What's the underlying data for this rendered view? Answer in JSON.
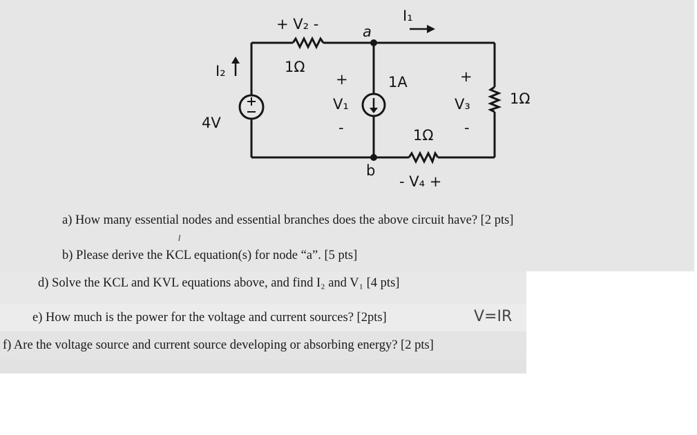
{
  "circuit": {
    "labels": {
      "v2": "+ V₂ -",
      "node_a": "a",
      "i1": "I₁",
      "i2": "I₂",
      "r_top": "1Ω",
      "source_v": "4V",
      "plus_v1": "+",
      "v1": "V₁",
      "minus_v1": "-",
      "source_i": "1A",
      "plus_v3": "+",
      "v3": "V₃",
      "minus_v3": "-",
      "r_right": "1Ω",
      "r_bottom": "1Ω",
      "node_b": "b",
      "v4": "- V₄ +"
    }
  },
  "questions": {
    "a": "a)  How many essential nodes and essential branches does the above circuit have? [2 pts]",
    "b": "b)  Please derive the KCL equation(s) for node “a”. [5 pts]",
    "d": "d)  Solve the KCL and KVL equations above, and find I₂ and V₁ [4 pts]",
    "e": "e)  How much is the power for the voltage and current sources? [2pts]",
    "f": "f)  Are the voltage source and current source developing or absorbing energy? [2 pts]"
  },
  "handwriting": {
    "formula": "V=IR",
    "mark": "I"
  }
}
